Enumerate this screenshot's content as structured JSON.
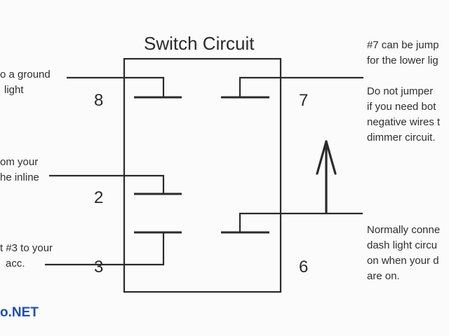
{
  "title": "Switch Circuit",
  "pins": {
    "p8": "8",
    "p2": "2",
    "p3": "3",
    "p7": "7",
    "p6": "6"
  },
  "left_notes": {
    "note_ground_1": "o a ground",
    "note_ground_2": "light",
    "note_from_1": "om your",
    "note_from_2": "he inline",
    "note_acc_1": "t #3 to your",
    "note_acc_2": "acc."
  },
  "right_notes": {
    "note7_1": "#7 can be jump",
    "note7_2": "for the lower lig",
    "note_jumper_1": "Do not jumper",
    "note_jumper_2": "if you need bot",
    "note_jumper_3": "negative wires t",
    "note_jumper_4": "dimmer circuit.",
    "note6_1": "Normally conne",
    "note6_2": "dash light circu",
    "note6_3": "on when your d",
    "note6_4": "are on."
  },
  "watermark": "o.NET",
  "colors": {
    "line": "#2b2b2b",
    "brand": "#1f4fa8",
    "background": "#fafbfa"
  },
  "icons": {
    "arrow": "up-arrow-icon"
  }
}
